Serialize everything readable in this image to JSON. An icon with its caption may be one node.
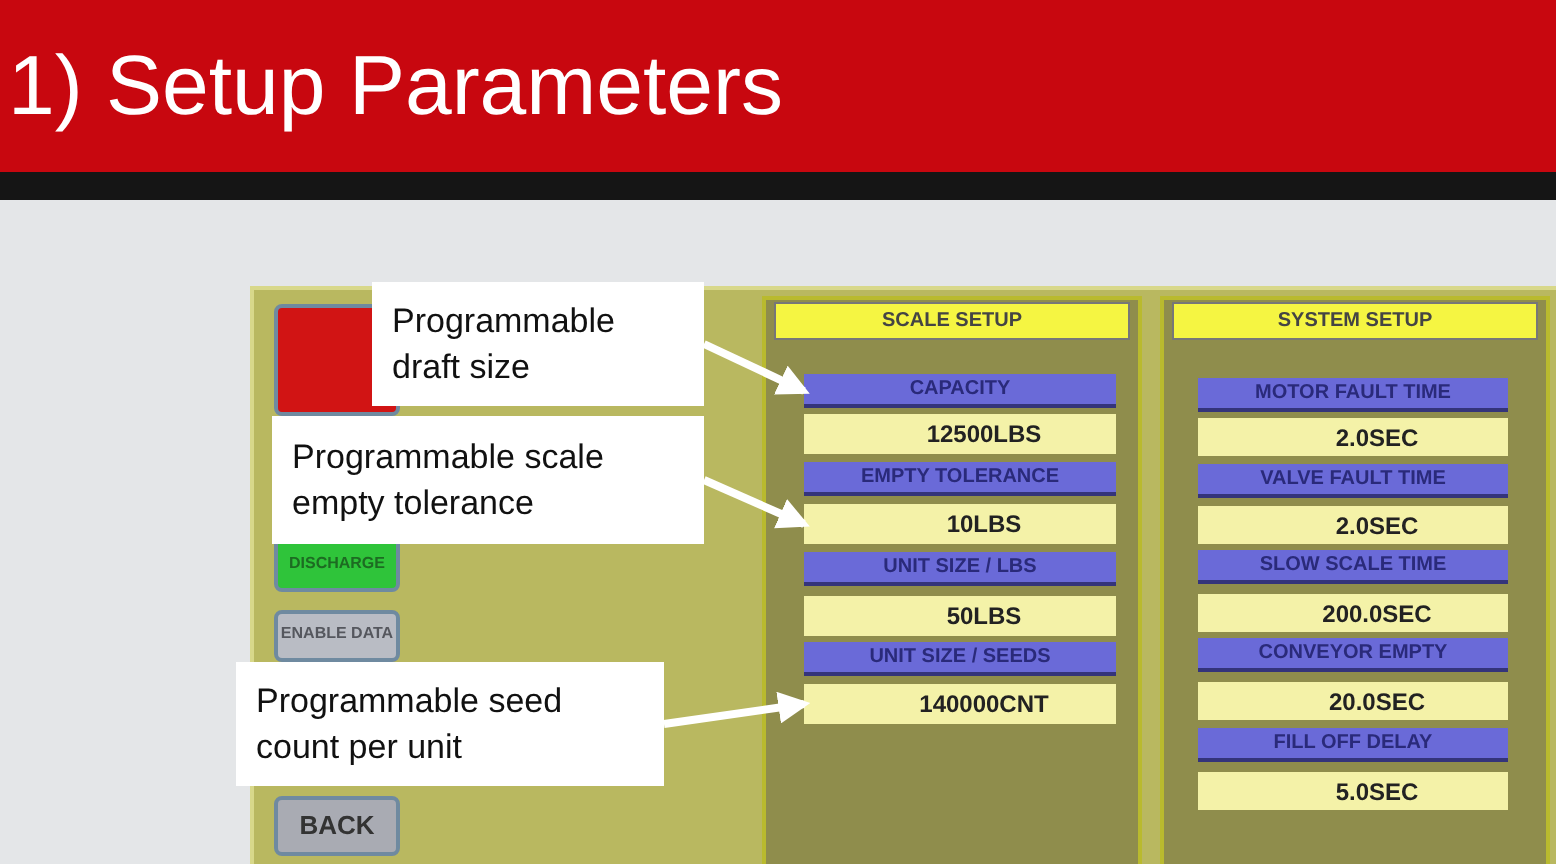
{
  "diagram": {
    "title": "1) Setup Parameters",
    "nodes": [
      {
        "text": [],
        "shape": "box"
      },
      {
        "text": [
          "DISCHARGE"
        ]
      },
      {
        "text": [
          "ENABLE DATA"
        ]
      },
      {
        "text": [
          "BACK"
        ]
      },
      {
        "text": [
          "Programmable draft size"
        ]
      },
      {
        "text": [
          "Programmable scale empty tolerance"
        ]
      },
      {
        "text": [
          "Programmable seed count per unit"
        ]
      },
      {
        "text": [
          "SCALE SETUP"
        ]
      },
      {
        "text": [
          "CAPACITY"
        ],
        "in": 7
      },
      {
        "text": [
          "12500LBS"
        ],
        "in": 7
      },
      {
        "text": [
          "EMPTY TOLERANCE"
        ],
        "in": 7
      },
      {
        "text": [
          "10LBS"
        ],
        "in": 7
      },
      {
        "text": [
          "UNIT SIZE / LBS"
        ],
        "in": 7
      },
      {
        "text": [
          "50LBS"
        ],
        "in": 7
      },
      {
        "text": [
          "UNIT SIZE / SEEDS"
        ],
        "in": 7
      },
      {
        "text": [
          "140000CNT"
        ],
        "in": 7
      },
      {
        "text": [
          "SYSTEM SETUP"
        ]
      },
      {
        "text": [
          "MOTOR FAULT TIME"
        ],
        "in": 16
      },
      {
        "text": [
          "2.0SEC"
        ],
        "in": 16
      },
      {
        "text": [
          "VALVE FAULT TIME"
        ],
        "in": 16
      },
      {
        "text": [
          "2.0SEC"
        ],
        "in": 16
      },
      {
        "text": [
          "SLOW SCALE TIME"
        ],
        "in": 16
      },
      {
        "text": [
          "200.0SEC"
        ],
        "in": 16
      },
      {
        "text": [
          "CONVEYOR EMPTY"
        ],
        "in": 16
      },
      {
        "text": [
          "20.0SEC"
        ],
        "in": 16
      },
      {
        "text": [
          "FILL OFF DELAY"
        ],
        "in": 16
      },
      {
        "text": [
          "5.0SEC"
        ],
        "in": 16
      }
    ],
    "edges": [
      {
        "from": 4,
        "to": 8,
        "arrow": "to"
      },
      {
        "from": 5,
        "to": 11,
        "arrow": "to"
      },
      {
        "from": 6,
        "to": 15,
        "arrow": "to"
      }
    ]
  }
}
